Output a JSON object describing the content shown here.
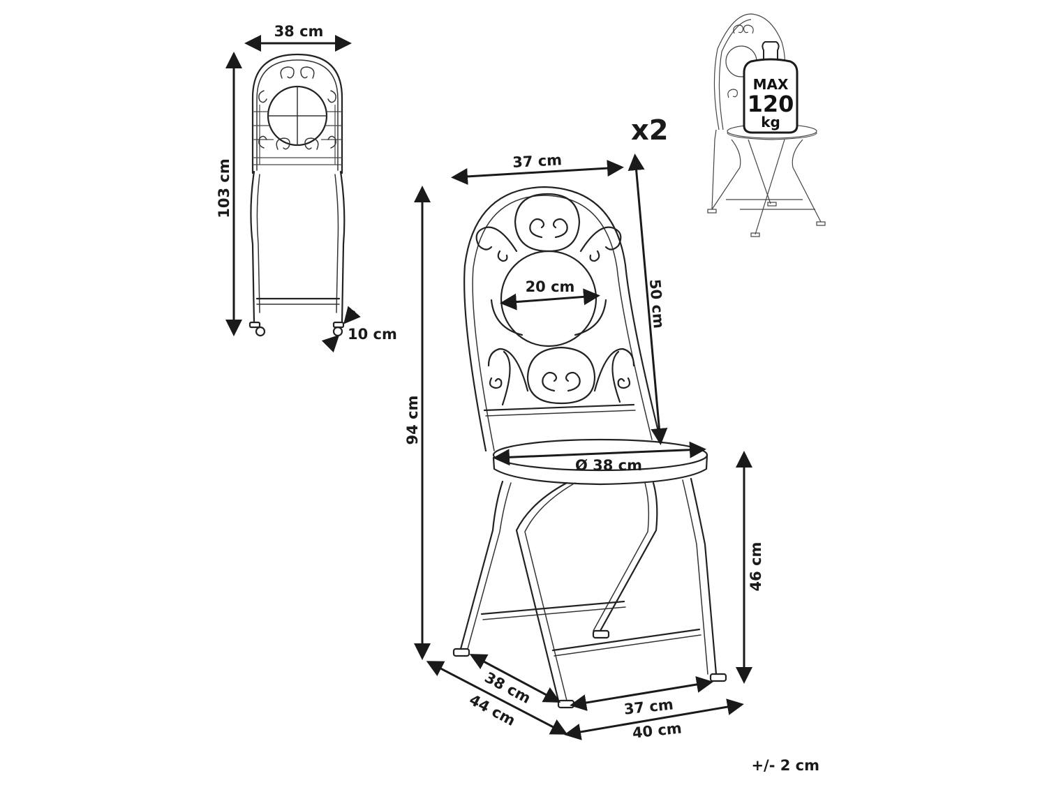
{
  "folded_view": {
    "width_label": "38 cm",
    "height_label": "103 cm",
    "depth_label": "10 cm"
  },
  "main_view": {
    "quantity_label": "x2",
    "backrest_width_label": "37 cm",
    "medallion_label": "20 cm",
    "backrest_height_label": "50 cm",
    "total_height_label": "94 cm",
    "seat_diameter_label": "Ø 38 cm",
    "seat_height_label": "46 cm",
    "seat_depth_label": "38 cm",
    "base_depth_label": "44 cm",
    "seat_front_width_label": "37 cm",
    "base_width_label": "40 cm"
  },
  "load_badge": {
    "line1": "MAX",
    "line2": "120",
    "line3": "kg"
  },
  "tolerance_label": "+/- 2 cm"
}
